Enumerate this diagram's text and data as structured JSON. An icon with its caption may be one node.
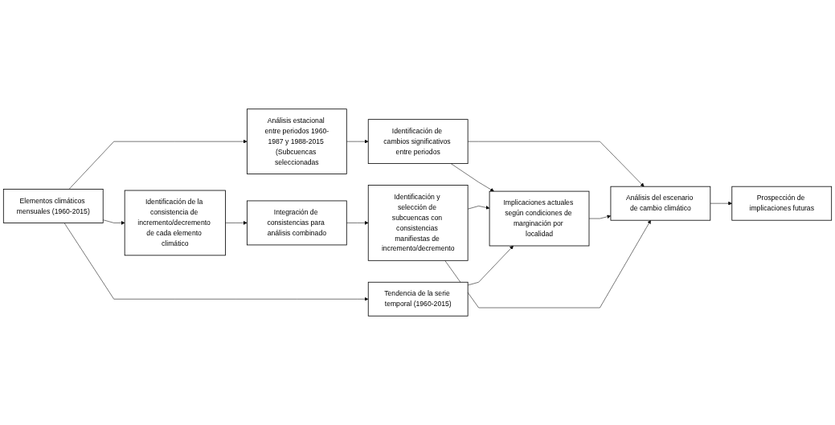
{
  "diagram": {
    "nodes": [
      {
        "text": [
          "Elementos climáticos mensuales (1960-2015)"
        ]
      },
      {
        "text": [
          "Identificación de la consistencia de incremento/decremento de cada elemento climático"
        ]
      },
      {
        "text": [
          "Integración de consistencias para análisis combinado"
        ]
      },
      {
        "text": [
          "Identificación y selección de subcuencas con consistencias manifiestas de incremento/decremento"
        ]
      },
      {
        "text": [
          "Análisis estacional entre periodos 1960-1987 y 1988-2015 (Subcuencas seleccionadas"
        ]
      },
      {
        "text": [
          "Identificación de cambios significativos entre periodos"
        ]
      },
      {
        "text": [
          "Implicaciones actuales según condiciones de marginación por localidad"
        ]
      },
      {
        "text": [
          "Tendencia de la serie temporal (1960-2015)"
        ]
      },
      {
        "text": [
          "Análisis del escenario de cambio climático"
        ]
      },
      {
        "text": [
          "Prospección de implicaciones futuras"
        ]
      }
    ],
    "edges": [
      {
        "from": 0,
        "to": 1,
        "arrow": "to"
      },
      {
        "from": 1,
        "to": 2,
        "arrow": "to"
      },
      {
        "from": 2,
        "to": 3,
        "arrow": "to"
      },
      {
        "from": 0,
        "to": 4,
        "arrow": "to"
      },
      {
        "from": 4,
        "to": 5,
        "arrow": "to"
      },
      {
        "from": 5,
        "to": 6,
        "arrow": "to"
      },
      {
        "from": 3,
        "to": 6,
        "arrow": "to"
      },
      {
        "from": 0,
        "to": 7,
        "arrow": "to"
      },
      {
        "from": 7,
        "to": 6,
        "arrow": "to"
      },
      {
        "from": 5,
        "to": 8,
        "arrow": "to"
      },
      {
        "from": 6,
        "to": 8,
        "arrow": "to"
      },
      {
        "from": 3,
        "to": 8,
        "arrow": "to"
      },
      {
        "from": 8,
        "to": 9,
        "arrow": "to"
      }
    ]
  }
}
